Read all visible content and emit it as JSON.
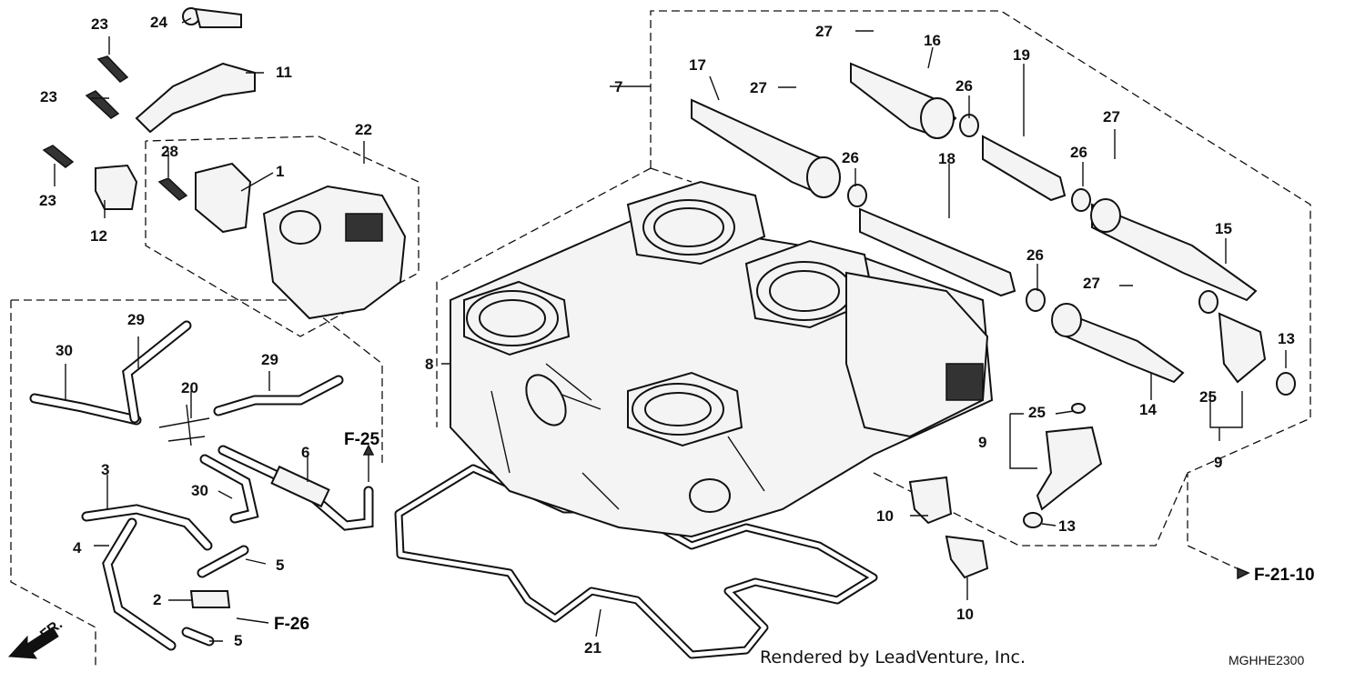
{
  "credit": "Rendered by LeadVenture, Inc.",
  "diagram_code": "MGHHE2300",
  "direction_marker": "FR.",
  "references": {
    "f25": "F-25",
    "f26": "F-26",
    "f2110": "F-21-10"
  },
  "callouts": {
    "c1": "1",
    "c2": "2",
    "c3": "3",
    "c4": "4",
    "c5a": "5",
    "c5b": "5",
    "c6": "6",
    "c7": "7",
    "c8": "8",
    "c9a": "9",
    "c9b": "9",
    "c10a": "10",
    "c10b": "10",
    "c11": "11",
    "c12": "12",
    "c13a": "13",
    "c13b": "13",
    "c14": "14",
    "c15": "15",
    "c16": "16",
    "c17": "17",
    "c18": "18",
    "c19": "19",
    "c20": "20",
    "c21": "21",
    "c22": "22",
    "c23a": "23",
    "c23b": "23",
    "c23c": "23",
    "c24": "24",
    "c25a": "25",
    "c25b": "25",
    "c26a": "26",
    "c26b": "26",
    "c26c": "26",
    "c26d": "26",
    "c27a": "27",
    "c27b": "27",
    "c27c": "27",
    "c27d": "27",
    "c28": "28",
    "c29a": "29",
    "c29b": "29",
    "c30a": "30",
    "c30b": "30"
  }
}
